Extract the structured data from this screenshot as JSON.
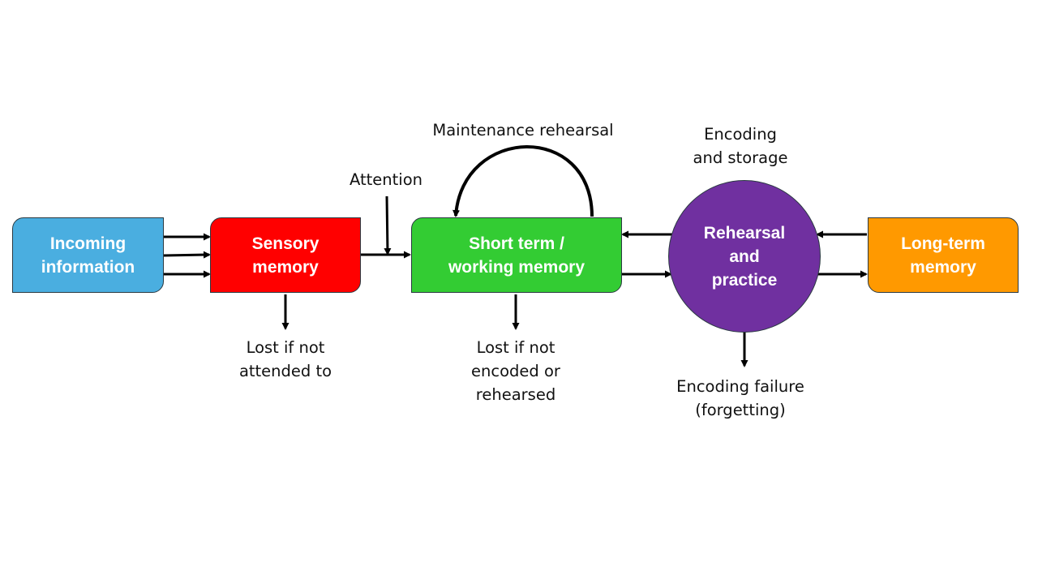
{
  "diagram": {
    "colors": {
      "incoming": "#4aaee0",
      "sensory": "#ff0000",
      "short_term": "#33cc33",
      "rehearsal": "#7030a0",
      "long_term": "#ff9900",
      "arrow": "#000000"
    },
    "nodes": {
      "incoming": "Incoming\ninformation",
      "sensory": "Sensory\nmemory",
      "short_term": "Short term /\nworking memory",
      "rehearsal": "Rehearsal\nand\npractice",
      "long_term": "Long-term\nmemory"
    },
    "labels": {
      "attention": "Attention",
      "maintenance_rehearsal": "Maintenance rehearsal",
      "encoding_storage": "Encoding\nand storage",
      "lost_sensory": "Lost if not\nattended to",
      "lost_short_term": "Lost if not\nencoded or\nrehearsed",
      "encoding_failure": "Encoding failure\n(forgetting)"
    }
  }
}
